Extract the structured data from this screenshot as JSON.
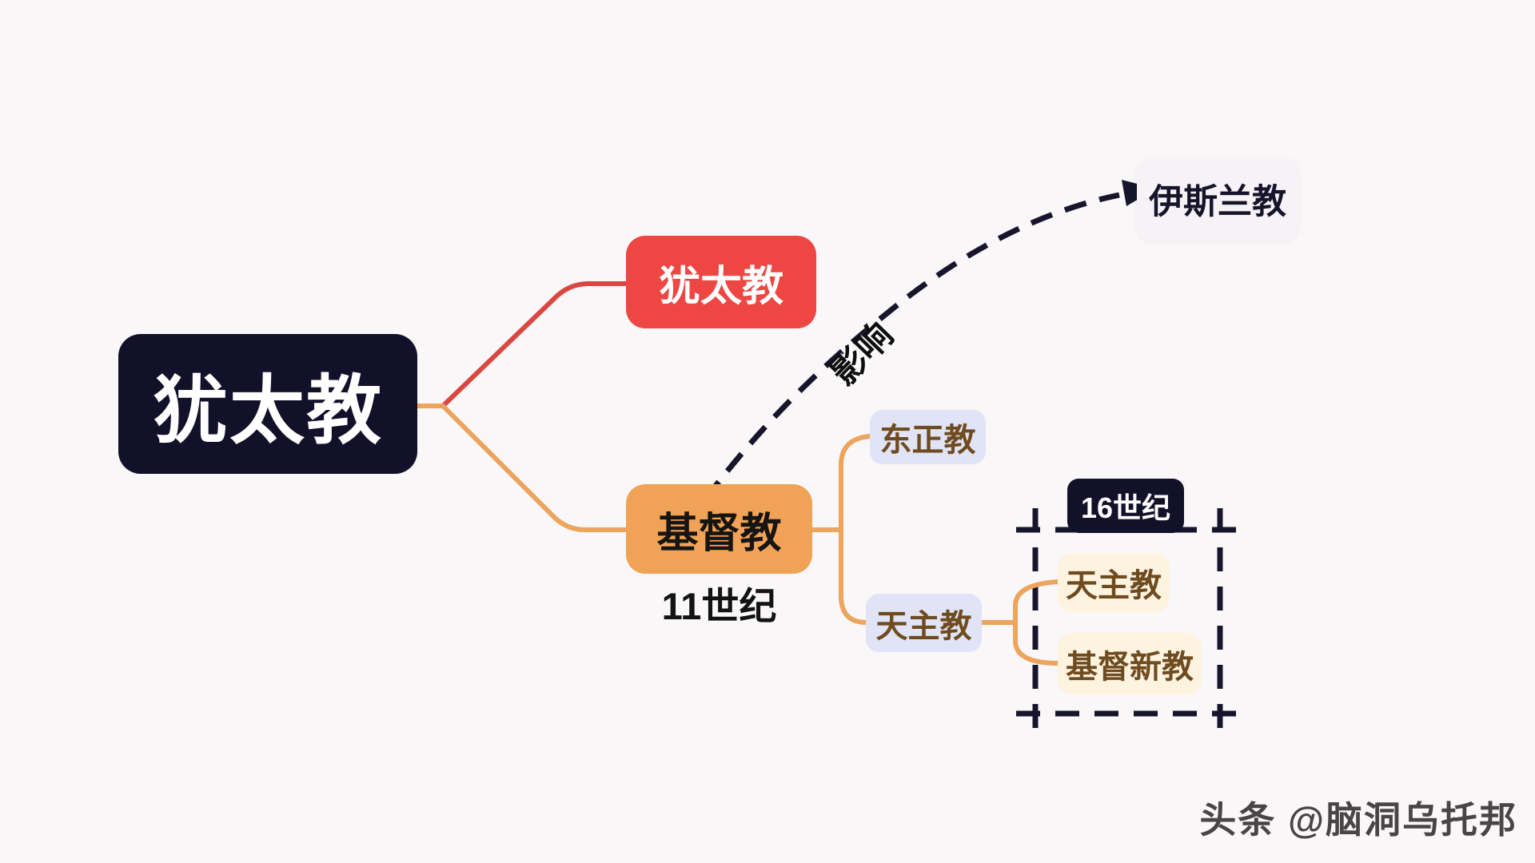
{
  "nodes": {
    "root": {
      "label": "犹太教"
    },
    "judaism": {
      "label": "犹太教"
    },
    "christianity": {
      "label": "基督教",
      "century_note": "11世纪"
    },
    "orthodox": {
      "label": "东正教"
    },
    "catholic": {
      "label": "天主教"
    },
    "reformation": {
      "century_badge": "16世纪",
      "catholic": {
        "label": "天主教"
      },
      "protestant": {
        "label": "基督新教"
      }
    },
    "islam": {
      "label": "伊斯兰教"
    }
  },
  "edge_labels": {
    "influence": "影响"
  },
  "watermark": {
    "text": "头条 @脑洞乌托邦"
  },
  "colors": {
    "background": "#faf7f9",
    "dark_navy": "#13112a",
    "red_node": "#ee4643",
    "red_line": "#da4640",
    "orange_node": "#f0a257",
    "orange_line": "#eda45c",
    "lavender_node": "#e0e4f6",
    "cream_node": "#fdf3df",
    "islam_node": "#f7f2f6",
    "brown_text": "#6f4b20",
    "dashed_line": "#16152b"
  }
}
